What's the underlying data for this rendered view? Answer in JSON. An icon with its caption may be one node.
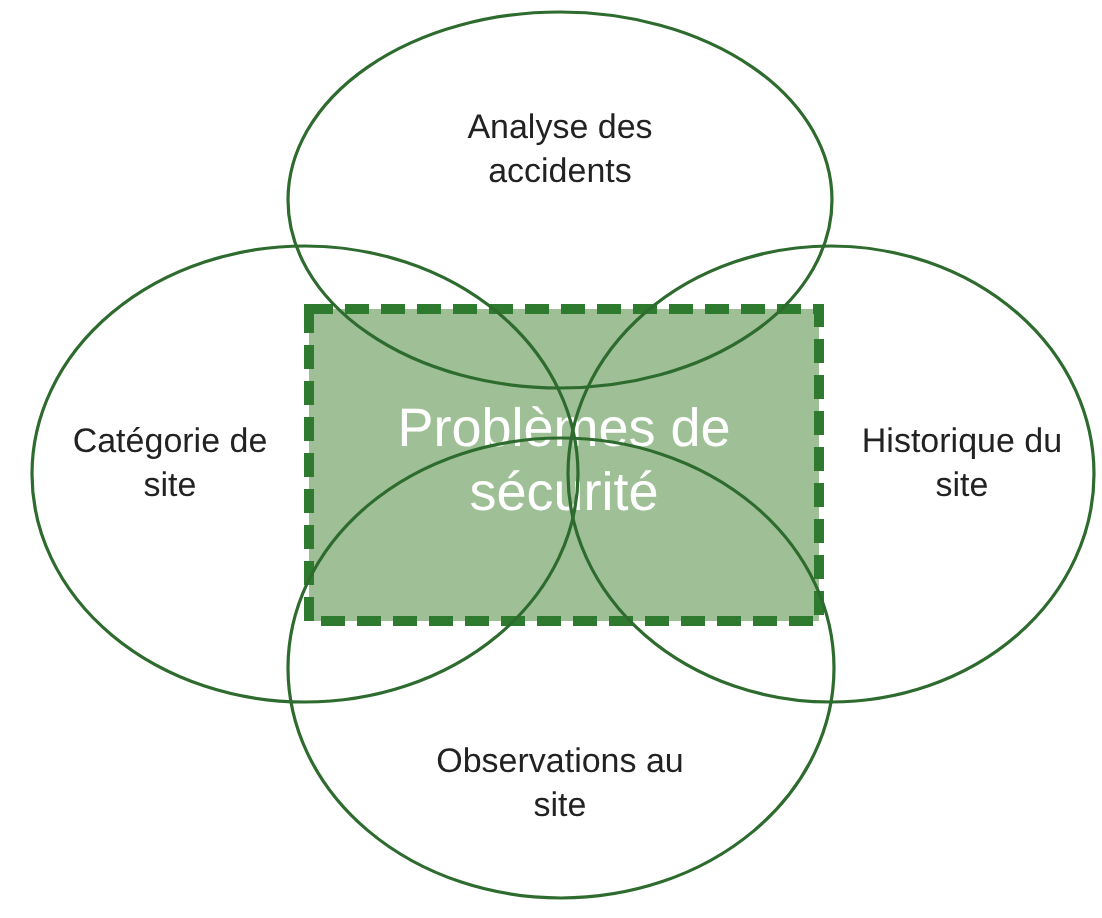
{
  "diagram": {
    "nodes": [
      {
        "text": [
          "Analyse des accidents"
        ]
      },
      {
        "text": [
          "Catégorie de site"
        ]
      },
      {
        "text": [
          "Problèmes de sécurité"
        ]
      },
      {
        "text": [
          "Historique du site"
        ]
      },
      {
        "text": [
          "Observations au site"
        ]
      }
    ],
    "edges": []
  }
}
